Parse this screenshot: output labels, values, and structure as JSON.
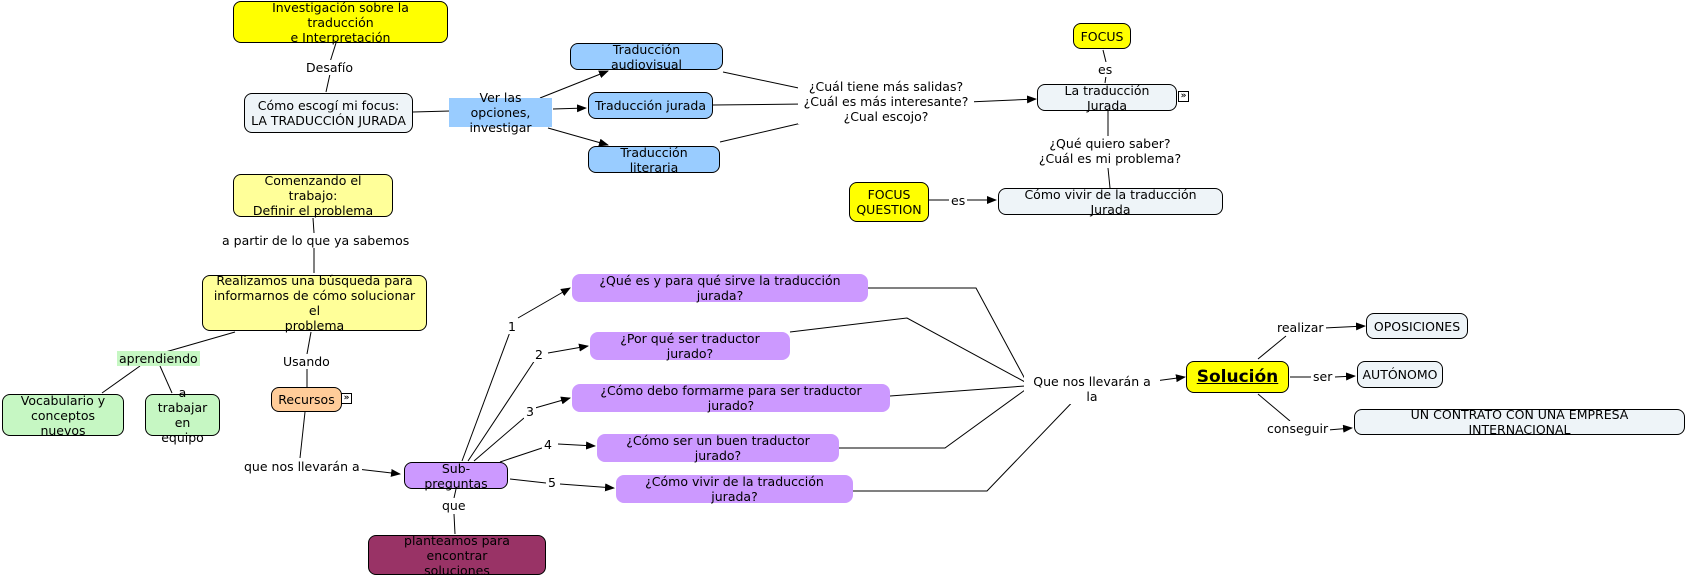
{
  "nodes": {
    "investigacion": "Investigación sobre la traducción\ne Interpretación",
    "como_escogi": "Cómo escogí mi focus:\nLA TRADUCCIÓN JURADA",
    "ver_opciones": "Ver las opciones,\ninvestigar",
    "audiovisual": "Traducción audiovisual",
    "jurada": "Traducción jurada",
    "literaria": "Traducción literaria",
    "cual_preguntas": "¿Cuál tiene más salidas?\n¿Cuál es más interesante?\n¿Cual escojo?",
    "focus": "FOCUS",
    "la_traduccion_jurada": "La traducción Jurada",
    "que_quiero": "¿Qué quiero saber?\n¿Cuál es mi problema?",
    "focus_question": "FOCUS\nQUESTION",
    "como_vivir_jurada": "Cómo vivir de la traducción Jurada",
    "comenzando": "Comenzando el trabajo:\nDefinir el problema",
    "realizamos": "Realizamos una búsqueda para\ninformarnos de cómo solucionar el\nproblema",
    "vocabulario": "Vocabulario y\nconceptos nuevos",
    "trabajar_equipo": "a trabajar\nen equipo",
    "recursos": "Recursos",
    "subpreguntas": "Sub-preguntas",
    "planteamos": "planteamos para encontrar\nsoluciones",
    "q1": "¿Qué es y para qué sirve la traducción jurada?",
    "q2": "¿Por qué ser traductor jurado?",
    "q3": "¿Cómo debo formarme para ser traductor jurado?",
    "q4": "¿Cómo ser un buen traductor jurado?",
    "q5": "¿Cómo vivir de la traducción jurada?",
    "que_nos_llevaran": "Que nos llevarán a la",
    "solucion": "Solución",
    "oposiciones": "OPOSICIONES",
    "autonomo": "AUTÓNOMO",
    "contrato": "UN CONTRATO CON UNA EMPRESA INTERNACIONAL"
  },
  "link_labels": {
    "desafio": "Desafío",
    "es_focus": "es",
    "es_question": "es",
    "a_partir": "a partir de lo que ya sabemos",
    "aprendiendo": "aprendiendo",
    "usando": "Usando",
    "que_nos_llevaran_a": "que nos llevarán a",
    "que": "que",
    "n1": "1",
    "n2": "2",
    "n3": "3",
    "n4": "4",
    "n5": "5",
    "realizar": "realizar",
    "ser": "ser",
    "conseguir": "conseguir"
  },
  "icons": {
    "expand": "expand-icon"
  },
  "colors": {
    "yellow": "#ffff00",
    "light_yellow": "#ffff99",
    "blue": "#99ccff",
    "green": "#c6f7c3",
    "orange": "#ffcc99",
    "purple": "#cc99ff",
    "maroon": "#993366"
  }
}
